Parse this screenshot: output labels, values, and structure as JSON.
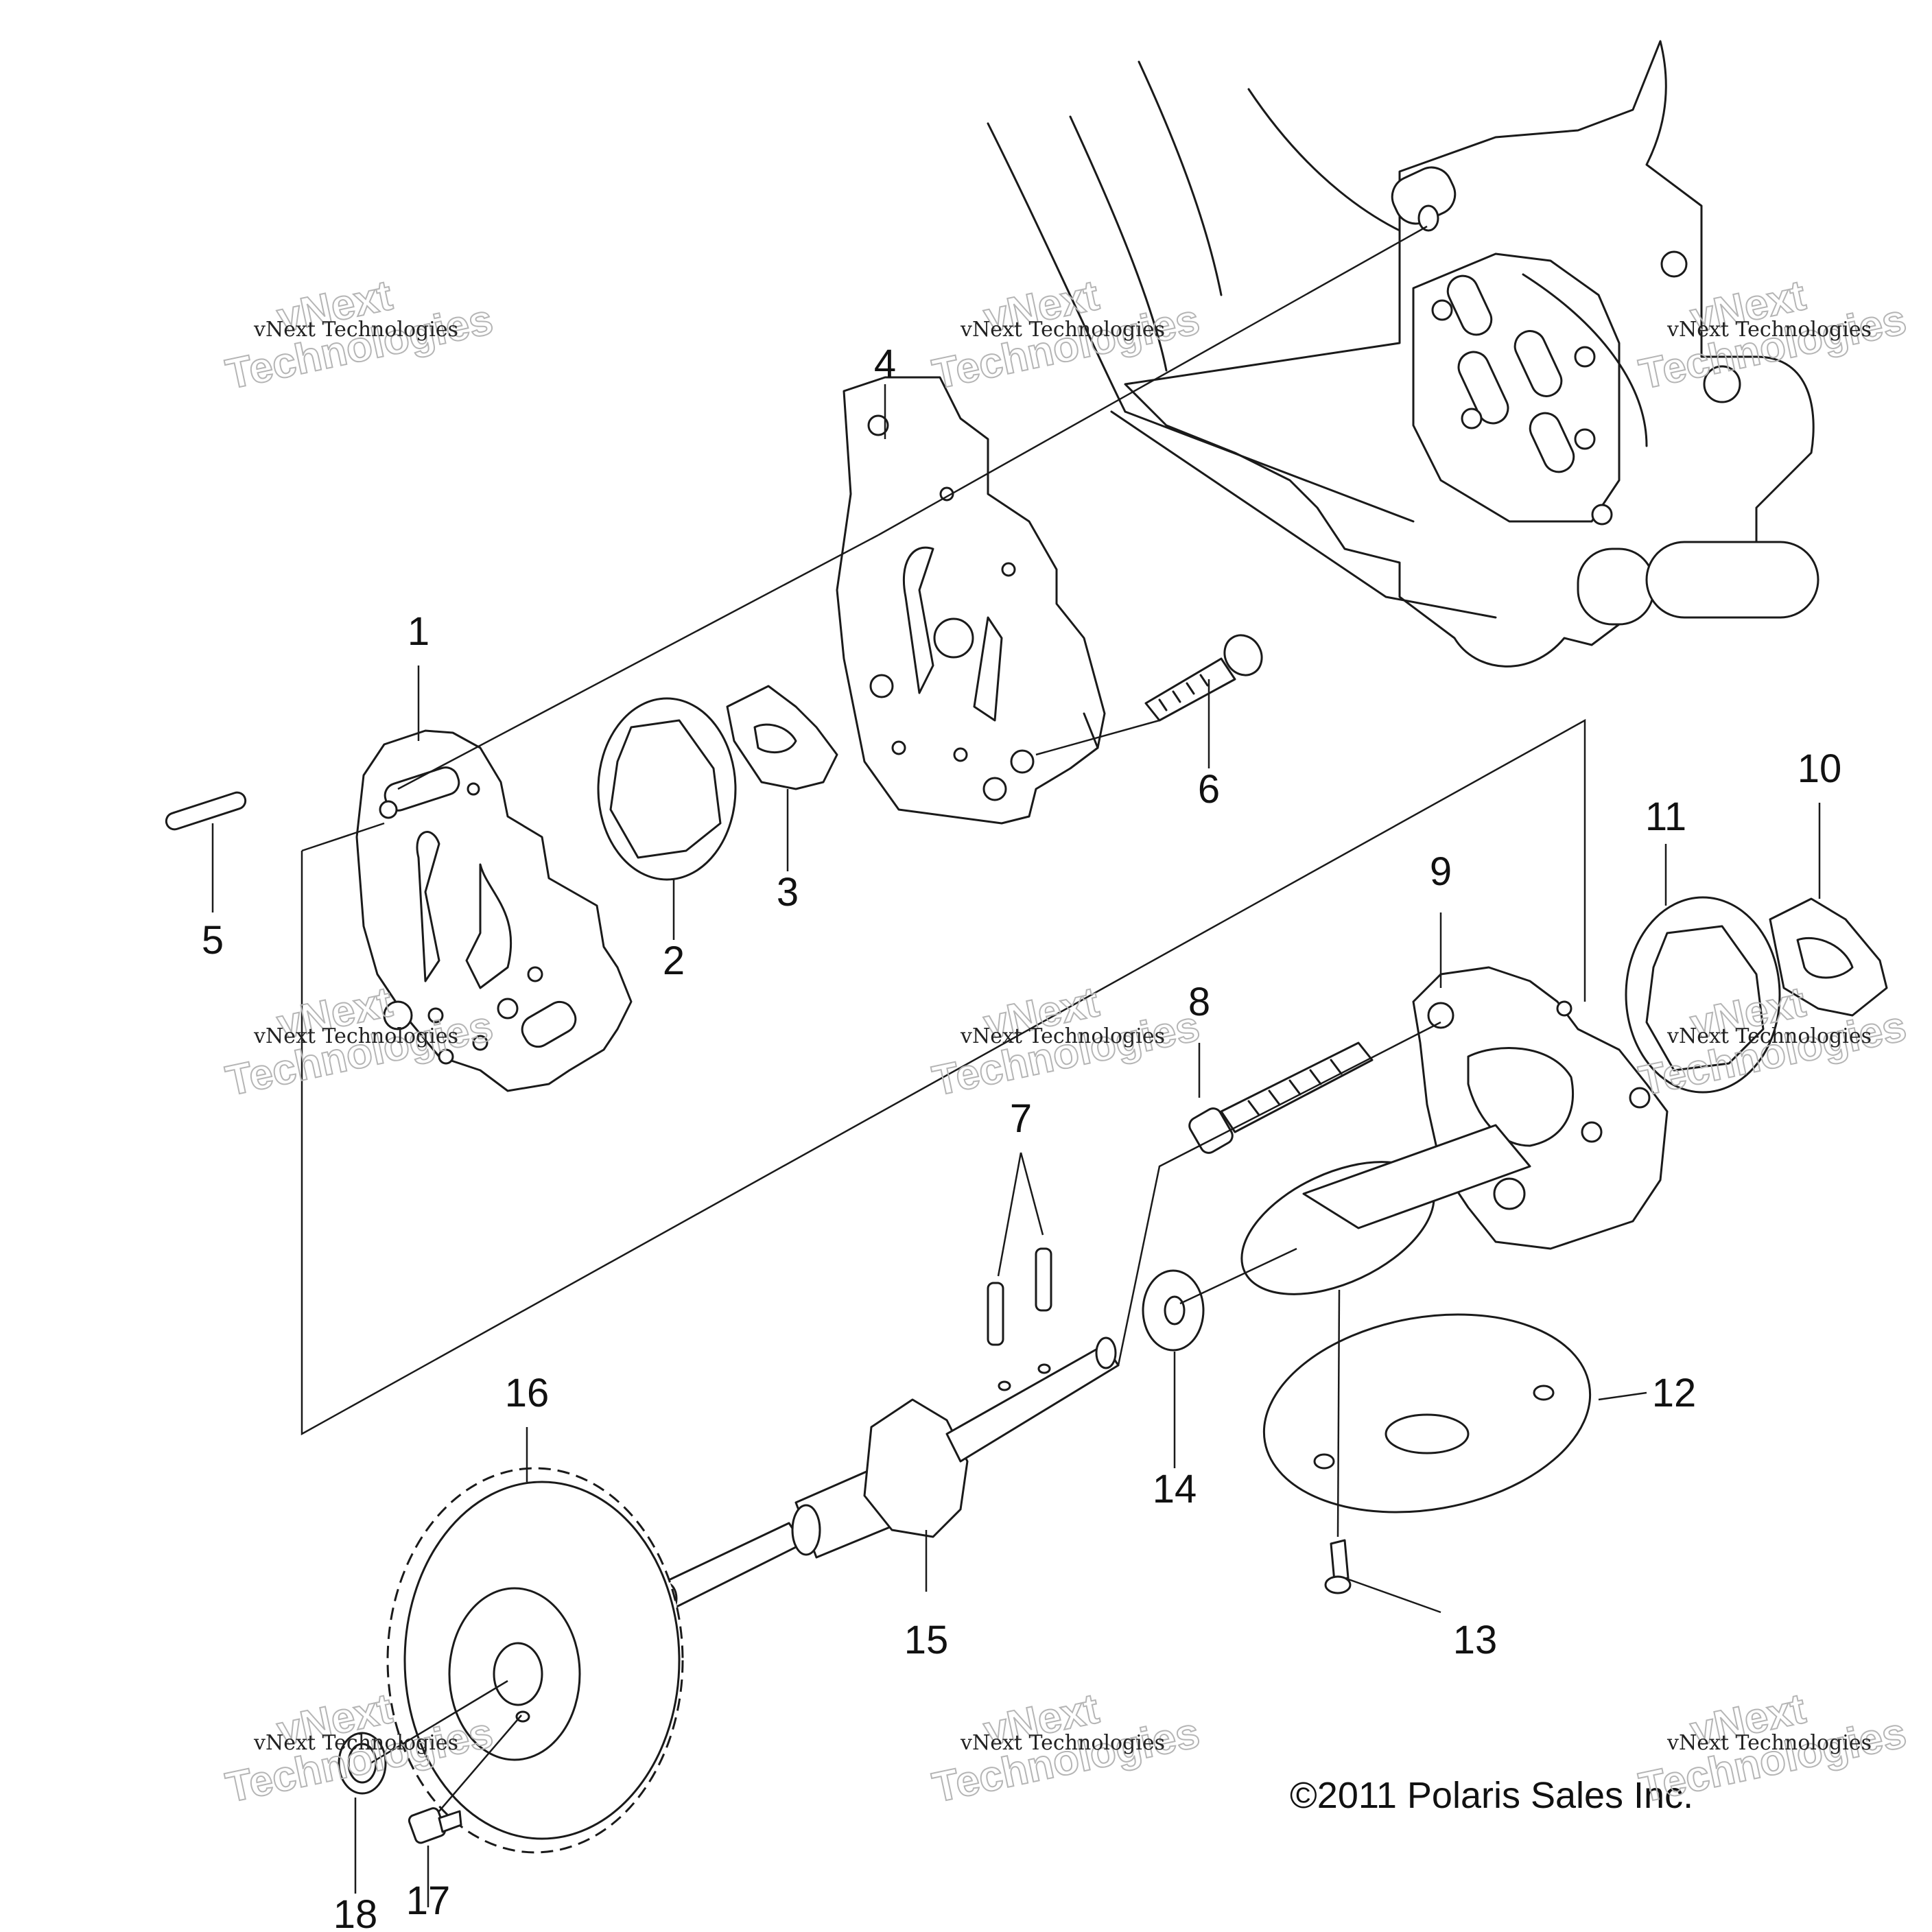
{
  "callouts": [
    "1",
    "2",
    "3",
    "4",
    "5",
    "6",
    "7",
    "8",
    "9",
    "10",
    "11",
    "12",
    "13",
    "14",
    "15",
    "16",
    "17",
    "18"
  ],
  "copyright": "©2011 Polaris Sales Inc.",
  "watermark": {
    "line1": "vNext",
    "line2": "Technologies",
    "small": "vNext Technologies"
  }
}
